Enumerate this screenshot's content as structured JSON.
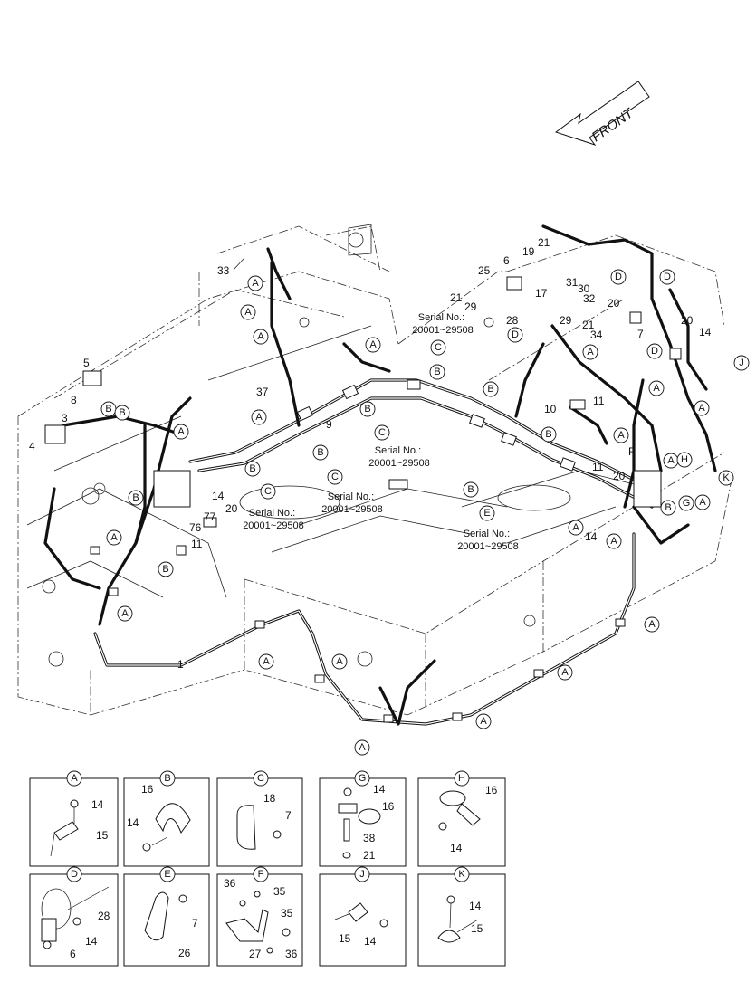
{
  "front_label": "FRONT",
  "serial_notes": [
    "Serial No.:\n20001~29508",
    "Serial No.:\n20001~29508",
    "Serial No.:\n20001~29508",
    "Serial No.:\n20001~29508"
  ],
  "part_numbers": [
    "1",
    "3",
    "4",
    "5",
    "6",
    "7",
    "8",
    "9",
    "10",
    "11",
    "14",
    "17",
    "19",
    "20",
    "21",
    "25",
    "28",
    "29",
    "30",
    "31",
    "32",
    "33",
    "34",
    "37",
    "76",
    "77"
  ],
  "callout_letters": [
    "A",
    "B",
    "C",
    "D",
    "E",
    "F",
    "G",
    "H",
    "J",
    "K"
  ],
  "detail_boxes": [
    {
      "letter": "A",
      "labels": [
        "14",
        "15"
      ]
    },
    {
      "letter": "B",
      "labels": [
        "16",
        "14"
      ]
    },
    {
      "letter": "C",
      "labels": [
        "18",
        "7"
      ]
    },
    {
      "letter": "G",
      "labels": [
        "14",
        "16",
        "38",
        "21"
      ]
    },
    {
      "letter": "H",
      "labels": [
        "16",
        "14"
      ]
    },
    {
      "letter": "D",
      "labels": [
        "28",
        "14",
        "6"
      ]
    },
    {
      "letter": "E",
      "labels": [
        "7",
        "26"
      ]
    },
    {
      "letter": "F",
      "labels": [
        "36",
        "35",
        "35",
        "27",
        "36"
      ]
    },
    {
      "letter": "J",
      "labels": [
        "15",
        "14"
      ]
    },
    {
      "letter": "K",
      "labels": [
        "14",
        "15"
      ]
    }
  ]
}
